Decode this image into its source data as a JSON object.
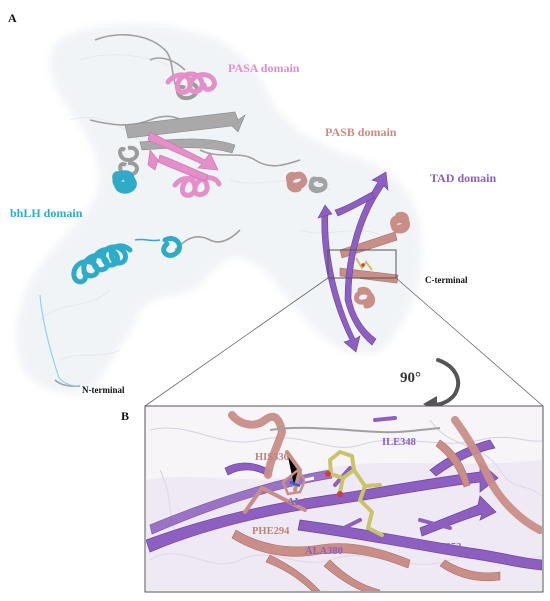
{
  "panels": {
    "a": "A",
    "b": "B"
  },
  "domains": {
    "pasa": "PASA domain",
    "pasb": "PASB domain",
    "tad": "TAD domain",
    "bhlh": "bhLH domain"
  },
  "termini": {
    "n": "N-terminal",
    "c": "C-terminal"
  },
  "rotation": "90°",
  "residues": {
    "his336": "HIS336",
    "ile348": "ILE348",
    "ala366": "ALA366",
    "phe294": "PHE294",
    "ala380": "ALA380",
    "leu352": "LEU352"
  },
  "colors": {
    "pasa": "#e48fc8",
    "pasb": "#c98e88",
    "tad": "#8c5fc0",
    "bhlh": "#2eabc6",
    "loop": "#9a9a9a",
    "surface": "#d7dde6",
    "ligand": "#c9c36a"
  }
}
